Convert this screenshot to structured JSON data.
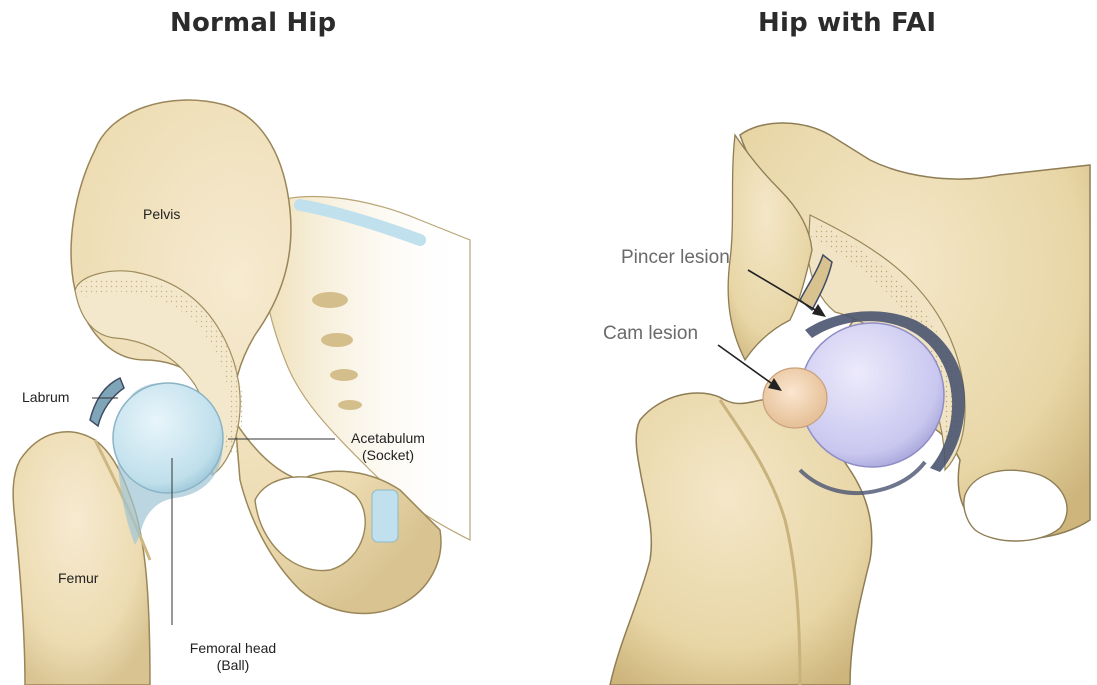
{
  "titles": {
    "left": "Normal Hip",
    "right": "Hip with FAI"
  },
  "left_labels": {
    "pelvis": "Pelvis",
    "labrum": "Labrum",
    "acetabulum_line1": "Acetabulum",
    "acetabulum_line2": "(Socket)",
    "femur": "Femur",
    "femoral_head_line1": "Femoral head",
    "femoral_head_line2": "(Ball)"
  },
  "right_labels": {
    "pincer": "Pincer lesion",
    "cam": "Cam lesion"
  },
  "colors": {
    "bone": "#efe0b8",
    "bone_shade": "#d9c593",
    "bone_outline": "#8e7d55",
    "cartilage_blue": "#bfe0ec",
    "cartilage_purple": "#c9c8ee",
    "labrum_dark": "#3f4a63",
    "cam_bump": "#f2d3b0"
  }
}
